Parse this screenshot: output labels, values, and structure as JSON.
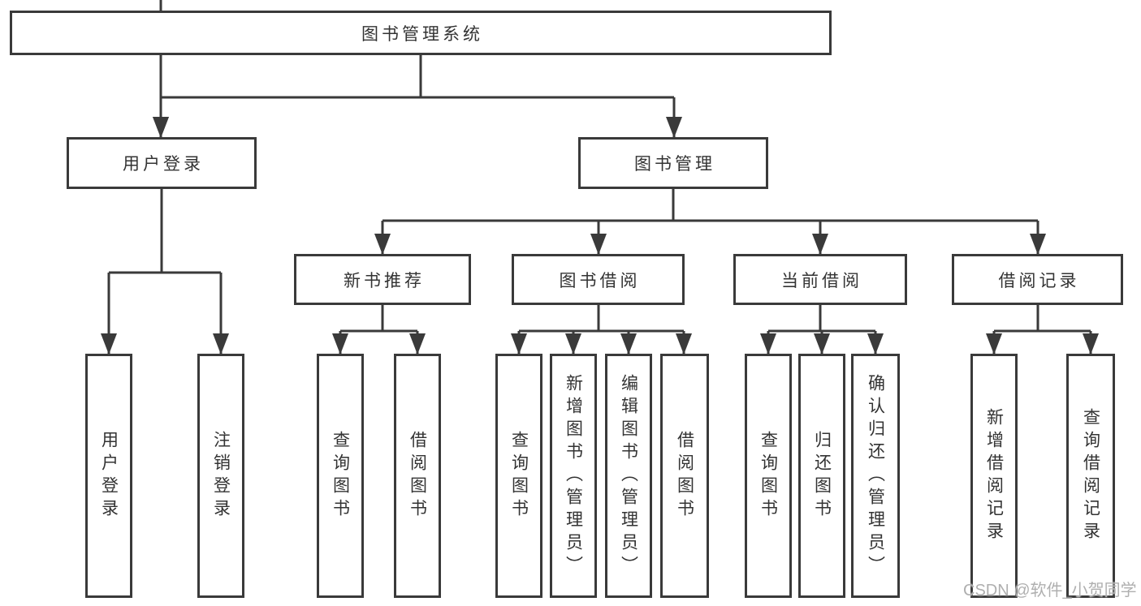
{
  "diagram": {
    "title": "图书管理系统",
    "type": "hierarchy-tree"
  },
  "nodes": {
    "root": "图书管理系统",
    "user_login": "用户登录",
    "book_mgmt": "图书管理",
    "new_book_rec": "新书推荐",
    "book_borrow": "图书借阅",
    "current_borrow": "当前借阅",
    "borrow_record": "借阅记录",
    "leaf_user_login": "用户登录",
    "leaf_logout": "注销登录",
    "leaf_nbr_query": "查询图书",
    "leaf_nbr_borrow": "借阅图书",
    "leaf_bb_query": "查询图书",
    "leaf_bb_add": "新增图书（管理员）",
    "leaf_bb_edit": "编辑图书（管理员）",
    "leaf_bb_borrow": "借阅图书",
    "leaf_cb_query": "查询图书",
    "leaf_cb_return": "归还图书",
    "leaf_cb_confirm": "确认归还（管理员）",
    "leaf_br_add": "新增借阅记录",
    "leaf_br_query": "查询借阅记录"
  },
  "hierarchy": {
    "root": "图书管理系统",
    "children": [
      {
        "label": "用户登录",
        "children": [
          "用户登录",
          "注销登录"
        ]
      },
      {
        "label": "图书管理",
        "children": [
          {
            "label": "新书推荐",
            "children": [
              "查询图书",
              "借阅图书"
            ]
          },
          {
            "label": "图书借阅",
            "children": [
              "查询图书",
              "新增图书（管理员）",
              "编辑图书（管理员）",
              "借阅图书"
            ]
          },
          {
            "label": "当前借阅",
            "children": [
              "查询图书",
              "归还图书",
              "确认归还（管理员）"
            ]
          },
          {
            "label": "借阅记录",
            "children": [
              "新增借阅记录",
              "查询借阅记录"
            ]
          }
        ]
      }
    ]
  },
  "watermark": {
    "text": "CSDN @软件_小贺同学"
  },
  "colors": {
    "line": "#3a3a3a",
    "border": "#3a3a3a",
    "text": "#333333",
    "watermark": "#afafaf",
    "background": "#ffffff"
  }
}
